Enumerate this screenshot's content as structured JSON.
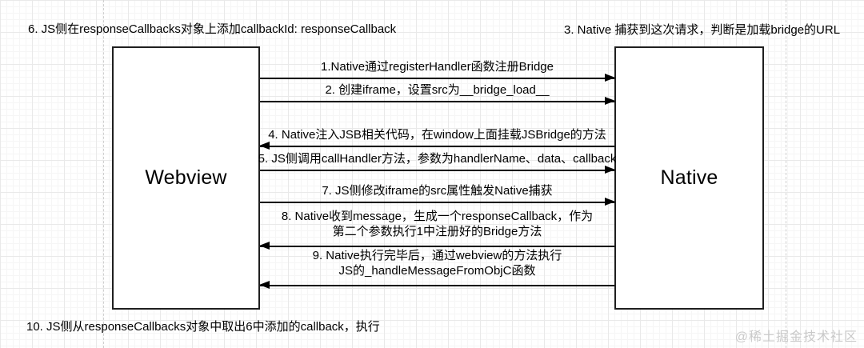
{
  "notes": {
    "step6": "6. JS侧在responseCallbacks对象上添加callbackId: responseCallback",
    "step3": "3. Native 捕获到这次请求，判断是加载bridge的URL",
    "step10": "10. JS侧从responseCallbacks对象中取出6中添加的callback，执行"
  },
  "actors": {
    "left": "Webview",
    "right": "Native"
  },
  "arrows": [
    {
      "step": "1",
      "direction": "right",
      "label": "1.Native通过registerHandler函数注册Bridge"
    },
    {
      "step": "2",
      "direction": "right",
      "label": "2. 创建iframe，设置src为__bridge_load__"
    },
    {
      "step": "4",
      "direction": "left",
      "label": "4. Native注入JSB相关代码，在window上面挂载JSBridge的方法"
    },
    {
      "step": "5",
      "direction": "right",
      "label": "5. JS侧调用callHandler方法，参数为handlerName、data、callback"
    },
    {
      "step": "7",
      "direction": "right",
      "label": "7. JS侧修改iframe的src属性触发Native捕获"
    },
    {
      "step": "8",
      "direction": "left",
      "label": "8. Native收到message，生成一个responseCallback，作为",
      "label2": "第二个参数执行1中注册好的Bridge方法"
    },
    {
      "step": "9",
      "direction": "left",
      "label": "9. Native执行完毕后，通过webview的方法执行",
      "label2": "JS的_handleMessageFromObjC函数"
    }
  ],
  "watermark": "@稀土掘金技术社区",
  "colors": {
    "line": "#000000",
    "box_border": "#1f1f1f",
    "grid_major": "#e9e9e9",
    "grid_minor": "#f6f6f6",
    "page_boundary": "#cfcfcf",
    "watermark": "#c9c9c9"
  }
}
